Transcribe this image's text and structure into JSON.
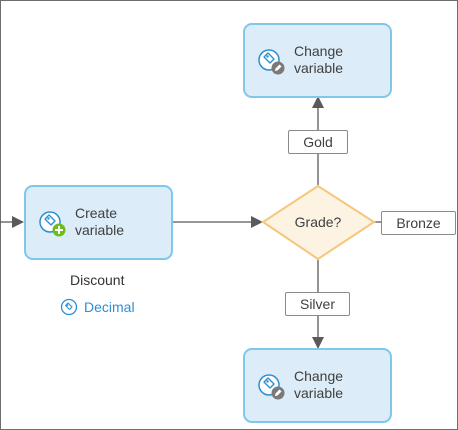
{
  "flow": {
    "nodes": {
      "create_variable": {
        "label": "Create\nvariable",
        "icon": "create-variable-icon"
      },
      "change_variable_top": {
        "label": "Change\nvariable",
        "icon": "change-variable-icon"
      },
      "change_variable_bottom": {
        "label": "Change\nvariable",
        "icon": "change-variable-icon"
      },
      "decision": {
        "label": "Grade?"
      }
    },
    "edges": {
      "gold": "Gold",
      "silver": "Silver",
      "bronze": "Bronze"
    },
    "variable": {
      "name": "Discount",
      "type": "Decimal",
      "type_icon": "decimal-type-icon"
    }
  },
  "colors": {
    "activity_fill": "#dcecf8",
    "activity_border": "#7ec8ec",
    "decision_fill": "#fdf3e3",
    "decision_border": "#f6c77a",
    "connector": "#5a5a5a",
    "add_badge": "#6dbb1f",
    "link": "#2c8fd1"
  }
}
